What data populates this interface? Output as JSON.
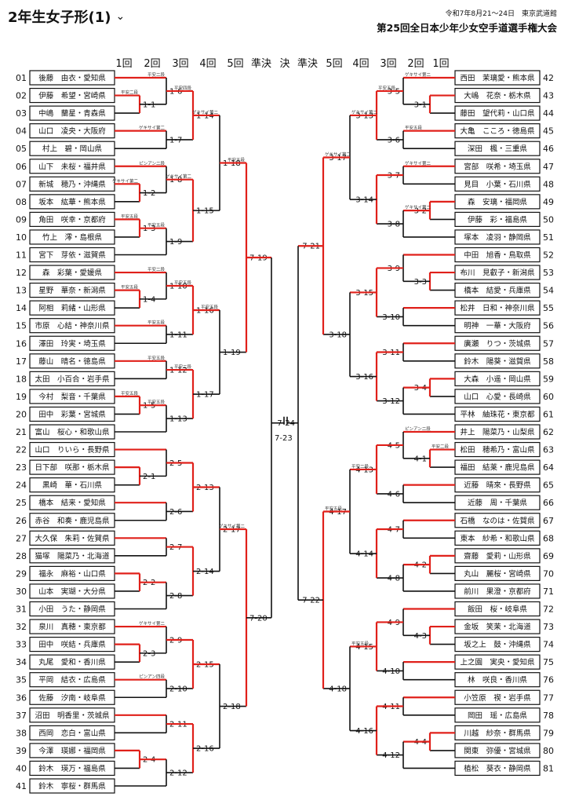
{
  "header": {
    "title": "2年生女子形(1)",
    "date": "令和7年8月21～24日　東京武道館",
    "tournament": "第25回全日本少年少女空手道選手権大会"
  },
  "rounds": [
    "1回",
    "2回",
    "3回",
    "4回",
    "5回",
    "準決",
    "決",
    "準決",
    "5回",
    "4回",
    "3回",
    "2回",
    "1回"
  ],
  "colors": {
    "win": "#e0201a",
    "line": "#111111"
  },
  "left_players": [
    {
      "no": "01",
      "name": "後藤　由衣・愛知県"
    },
    {
      "no": "02",
      "name": "伊藤　希望・宮崎県"
    },
    {
      "no": "03",
      "name": "中嶋　蘭星・青森県"
    },
    {
      "no": "04",
      "name": "山口　凌央・大阪府"
    },
    {
      "no": "05",
      "name": "村上　碧・岡山県"
    },
    {
      "no": "06",
      "name": "山下　未桜・福井県"
    },
    {
      "no": "07",
      "name": "新城　穂乃・沖縄県"
    },
    {
      "no": "08",
      "name": "坂本　紘華・熊本県"
    },
    {
      "no": "09",
      "name": "角田　咲幸・京都府"
    },
    {
      "no": "10",
      "name": "竹上　澪・島根県"
    },
    {
      "no": "11",
      "name": "宮下　芽依・滋賀県"
    },
    {
      "no": "12",
      "name": "森　彩葉・愛媛県"
    },
    {
      "no": "13",
      "name": "星野　華奈・新潟県"
    },
    {
      "no": "14",
      "name": "阿相　莉緒・山形県"
    },
    {
      "no": "15",
      "name": "市原　心結・神奈川県"
    },
    {
      "no": "16",
      "name": "澤田　玲実・埼玉県"
    },
    {
      "no": "17",
      "name": "藤山　晴名・徳島県"
    },
    {
      "no": "18",
      "name": "太田　小百合・岩手県"
    },
    {
      "no": "19",
      "name": "今村　梨音・千葉県"
    },
    {
      "no": "20",
      "name": "田中　彩葉・宮城県"
    },
    {
      "no": "21",
      "name": "富山　桜心・和歌山県"
    },
    {
      "no": "22",
      "name": "山口　りいら・長野県"
    },
    {
      "no": "23",
      "name": "日下部　咲那・栃木県"
    },
    {
      "no": "24",
      "name": "黒崎　華・石川県"
    },
    {
      "no": "25",
      "name": "橋本　結来・愛知県"
    },
    {
      "no": "26",
      "name": "赤谷　和奏・鹿児島県"
    },
    {
      "no": "27",
      "name": "大久保　朱莉・佐賀県"
    },
    {
      "no": "28",
      "name": "猫塚　陽菜乃・北海道"
    },
    {
      "no": "29",
      "name": "福永　麻裕・山口県"
    },
    {
      "no": "30",
      "name": "山本　実瑚・大分県"
    },
    {
      "no": "31",
      "name": "小田　うた・静岡県"
    },
    {
      "no": "32",
      "name": "泉川　真穂・東京都"
    },
    {
      "no": "33",
      "name": "田中　咲結・兵庫県"
    },
    {
      "no": "34",
      "name": "丸尾　愛和・香川県"
    },
    {
      "no": "35",
      "name": "平岡　結衣・広島県"
    },
    {
      "no": "36",
      "name": "佐藤　汐南・岐阜県"
    },
    {
      "no": "37",
      "name": "沼田　明香里・茨城県"
    },
    {
      "no": "38",
      "name": "西岡　恋白・富山県"
    },
    {
      "no": "39",
      "name": "今澤　瑛娜・福岡県"
    },
    {
      "no": "40",
      "name": "鈴木　瑛万・福島県"
    },
    {
      "no": "41",
      "name": "鈴木　寧桜・群馬県"
    }
  ],
  "right_players": [
    {
      "no": "42",
      "name": "西田　茉璃愛・熊本県"
    },
    {
      "no": "43",
      "name": "大嶋　花奈・栃木県"
    },
    {
      "no": "44",
      "name": "藤田　望代莉・山口県"
    },
    {
      "no": "45",
      "name": "大亀　こころ・徳島県"
    },
    {
      "no": "46",
      "name": "深田　楓・三重県"
    },
    {
      "no": "47",
      "name": "宮部　咲希・埼玉県"
    },
    {
      "no": "48",
      "name": "見目　小葉・石川県"
    },
    {
      "no": "49",
      "name": "森　安璃・福岡県"
    },
    {
      "no": "50",
      "name": "伊藤　彩・福島県"
    },
    {
      "no": "51",
      "name": "塚本　凌羽・静岡県"
    },
    {
      "no": "52",
      "name": "中田　旭香・鳥取県"
    },
    {
      "no": "53",
      "name": "布川　見叡子・新潟県"
    },
    {
      "no": "54",
      "name": "橋本　結愛・兵庫県"
    },
    {
      "no": "55",
      "name": "松井　日和・神奈川県"
    },
    {
      "no": "56",
      "name": "明神　一華・大阪府"
    },
    {
      "no": "57",
      "name": "廣瀬　りつ・茨城県"
    },
    {
      "no": "58",
      "name": "鈴木　陽葵・滋賀県"
    },
    {
      "no": "59",
      "name": "大森　小遥・岡山県"
    },
    {
      "no": "60",
      "name": "山口　心愛・長崎県"
    },
    {
      "no": "61",
      "name": "平林　紬珠花・東京都"
    },
    {
      "no": "62",
      "name": "井上　陽菜乃・山梨県"
    },
    {
      "no": "63",
      "name": "松田　穂希乃・富山県"
    },
    {
      "no": "64",
      "name": "福田　結莱・鹿児島県"
    },
    {
      "no": "65",
      "name": "近藤　晴來・長野県"
    },
    {
      "no": "66",
      "name": "近藤　周・千葉県"
    },
    {
      "no": "67",
      "name": "石橋　なのは・佐賀県"
    },
    {
      "no": "68",
      "name": "東本　紗希・和歌山県"
    },
    {
      "no": "69",
      "name": "齋藤　愛莉・山形県"
    },
    {
      "no": "70",
      "name": "丸山　麗桜・宮崎県"
    },
    {
      "no": "71",
      "name": "前川　果澄・京都府"
    },
    {
      "no": "72",
      "name": "飯田　桜・岐阜県"
    },
    {
      "no": "73",
      "name": "金坂　笑茉・北海道"
    },
    {
      "no": "74",
      "name": "坂之上　鼓・沖縄県"
    },
    {
      "no": "75",
      "name": "上之園　実央・愛知県"
    },
    {
      "no": "76",
      "name": "林　咲良・香川県"
    },
    {
      "no": "77",
      "name": "小笠原　禊・岩手県"
    },
    {
      "no": "78",
      "name": "岡田　瑶・広島県"
    },
    {
      "no": "79",
      "name": "川越　紗奈・群馬県"
    },
    {
      "no": "80",
      "name": "関東　弥優・宮城県"
    },
    {
      "no": "81",
      "name": "植松　葵衣・静岡県"
    }
  ],
  "left_matches": {
    "r1": [
      {
        "id": "1-1",
        "a": 2,
        "b": 3
      },
      {
        "id": "1-2",
        "a": 7,
        "b": 8
      },
      {
        "id": "1-3",
        "a": 9,
        "b": 10
      },
      {
        "id": "1-4",
        "a": 13,
        "b": 14
      },
      {
        "id": "1-5",
        "a": 19,
        "b": 20
      },
      {
        "id": "2-1",
        "a": 23,
        "b": 24
      },
      {
        "id": "2-3",
        "a": 33,
        "b": 34
      },
      {
        "id": "2-4",
        "a": 39,
        "b": 40
      }
    ],
    "r2": [
      {
        "id": "1-6",
        "a": "p1",
        "b": "1-1"
      },
      {
        "id": "1-7",
        "a": "p4",
        "b": "p5"
      },
      {
        "id": "1-8",
        "a": "p6",
        "b": "1-2"
      },
      {
        "id": "1-9",
        "a": "1-3",
        "b": "p11"
      },
      {
        "id": "1-10",
        "a": "p12",
        "b": "1-4"
      },
      {
        "id": "1-11",
        "a": "p15",
        "b": "p16"
      },
      {
        "id": "1-12",
        "a": "p17",
        "b": "p18"
      },
      {
        "id": "1-13",
        "a": "1-5",
        "b": "p21"
      },
      {
        "id": "2-5",
        "a": "p22",
        "b": "2-1"
      },
      {
        "id": "2-6",
        "a": "p25",
        "b": "p26"
      },
      {
        "id": "2-7",
        "a": "p27",
        "b": "p28"
      },
      {
        "id": "2-8",
        "a": "2-2",
        "b": "p31"
      },
      {
        "id": "2-9",
        "a": "p32",
        "b": "2-3"
      },
      {
        "id": "2-10",
        "a": "p35",
        "b": "p36"
      },
      {
        "id": "2-11",
        "a": "p37",
        "b": "p38"
      },
      {
        "id": "2-12",
        "a": "2-4",
        "b": "p41"
      }
    ],
    "r3": [
      {
        "id": "1-14",
        "a": "1-6",
        "b": "1-7"
      },
      {
        "id": "1-15",
        "a": "1-8",
        "b": "1-9"
      },
      {
        "id": "1-16",
        "a": "1-10",
        "b": "1-11"
      },
      {
        "id": "1-17",
        "a": "1-12",
        "b": "1-13"
      },
      {
        "id": "2-13",
        "a": "2-5",
        "b": "2-6"
      },
      {
        "id": "2-14",
        "a": "2-7",
        "b": "2-8"
      },
      {
        "id": "2-15",
        "a": "2-9",
        "b": "2-10"
      },
      {
        "id": "2-16",
        "a": "2-11",
        "b": "2-12"
      }
    ],
    "r4": [
      {
        "id": "1-18",
        "a": "1-14",
        "b": "1-15"
      },
      {
        "id": "1-19",
        "a": "1-16",
        "b": "1-17"
      },
      {
        "id": "2-17",
        "a": "2-13",
        "b": "2-14"
      },
      {
        "id": "2-18",
        "a": "2-15",
        "b": "2-16"
      }
    ],
    "r5": [
      {
        "id": "7-19",
        "a": "1-18",
        "b": "1-19"
      },
      {
        "id": "7-20",
        "a": "2-17",
        "b": "2-18"
      }
    ],
    "sf": [
      {
        "id": "7-23",
        "a": "7-19",
        "b": "7-20"
      }
    ]
  },
  "left_extra": {
    "id": "2-2",
    "a": 29,
    "b": 30
  },
  "right_matches": {
    "r1": [
      {
        "id": "3-1",
        "a": 43,
        "b": 44
      },
      {
        "id": "3-2",
        "a": 49,
        "b": 50
      },
      {
        "id": "3-3",
        "a": 53,
        "b": 54
      },
      {
        "id": "3-4",
        "a": 59,
        "b": 60
      },
      {
        "id": "4-1",
        "a": 63,
        "b": 64
      },
      {
        "id": "4-2",
        "a": 69,
        "b": 70
      },
      {
        "id": "4-3",
        "a": 73,
        "b": 74
      },
      {
        "id": "4-4",
        "a": 79,
        "b": 80
      }
    ],
    "r2": [
      {
        "id": "3-5",
        "a": "p42",
        "b": "3-1"
      },
      {
        "id": "3-6",
        "a": "p45",
        "b": "p46"
      },
      {
        "id": "3-7",
        "a": "p47",
        "b": "p48"
      },
      {
        "id": "3-8",
        "a": "3-2",
        "b": "p51"
      },
      {
        "id": "3-9",
        "a": "p52",
        "b": "3-3"
      },
      {
        "id": "3-10",
        "a": "p55",
        "b": "p56"
      },
      {
        "id": "3-11",
        "a": "p57",
        "b": "p58"
      },
      {
        "id": "3-12",
        "a": "3-4",
        "b": "p61"
      },
      {
        "id": "4-5",
        "a": "p62",
        "b": "4-1"
      },
      {
        "id": "4-6",
        "a": "p65",
        "b": "p66"
      },
      {
        "id": "4-7",
        "a": "p67",
        "b": "p68"
      },
      {
        "id": "4-8",
        "a": "4-2",
        "b": "p71"
      },
      {
        "id": "4-9",
        "a": "p72",
        "b": "4-3"
      },
      {
        "id": "4-10",
        "a": "p75",
        "b": "p76"
      },
      {
        "id": "4-11",
        "a": "p77",
        "b": "p78"
      },
      {
        "id": "4-12",
        "a": "4-4",
        "b": "p81"
      }
    ],
    "r3": [
      {
        "id": "3-13",
        "a": "3-5",
        "b": "3-6"
      },
      {
        "id": "3-14",
        "a": "3-7",
        "b": "3-8"
      },
      {
        "id": "3-15",
        "a": "3-9",
        "b": "3-10"
      },
      {
        "id": "3-16",
        "a": "3-11",
        "b": "3-12"
      },
      {
        "id": "4-13",
        "a": "4-5",
        "b": "4-6"
      },
      {
        "id": "4-14",
        "a": "4-7",
        "b": "4-8"
      },
      {
        "id": "4-15",
        "a": "4-9",
        "b": "4-10"
      },
      {
        "id": "4-16",
        "a": "4-11",
        "b": "4-12"
      }
    ],
    "r4": [
      {
        "id": "3-17",
        "a": "3-13",
        "b": "3-14"
      },
      {
        "id": "3-18",
        "a": "3-15",
        "b": "3-16"
      },
      {
        "id": "4-17",
        "a": "4-13",
        "b": "4-14"
      },
      {
        "id": "4-18",
        "a": "4-15",
        "b": "4-16"
      }
    ],
    "r5": [
      {
        "id": "7-21",
        "a": "3-17",
        "b": "3-18"
      },
      {
        "id": "7-22",
        "a": "4-17",
        "b": "4-18"
      }
    ],
    "sf": [
      {
        "id": "7-24",
        "a": "7-21",
        "b": "7-22"
      }
    ]
  },
  "decisions": {
    "1-1": "平安二段",
    "1-2": "ゲキサイ第二",
    "1-3": "平安五段",
    "1-4": "平安五段",
    "1-5": "平安五段",
    "1-6": "平安二段",
    "1-7": "ゲキサイ第二",
    "1-8": "ピンアン二段",
    "1-9": "平安五段",
    "1-10": "平安二段",
    "1-11": "平安五段",
    "1-12": "平安五段",
    "1-13": "平安五段",
    "1-14": "平安四段",
    "1-15": "ゲキサイ第二",
    "1-16": "平安五段",
    "1-17": "平安二段",
    "1-18": "ゲキサイ第二",
    "1-19": "平安五段",
    "7-19": "平安五段",
    "7-21": "ゲキサイ第二",
    "7-22": "平安五段",
    "7-20": "ゲキサイ第二",
    "2-9": "ゲキサイ第二",
    "2-10": "ピンアン四段",
    "3-5": "ゲキサイ第二",
    "3-6": "平安五段",
    "3-7": "ゲキサイ第二",
    "3-8": "ゲキサイ第二",
    "3-13": "平安五段",
    "3-17": "ゲキサイ第二",
    "4-17": "平安二段",
    "4-18": "平安五段",
    "4-1": "平安二段",
    "4-5": "ピンアン二段"
  }
}
